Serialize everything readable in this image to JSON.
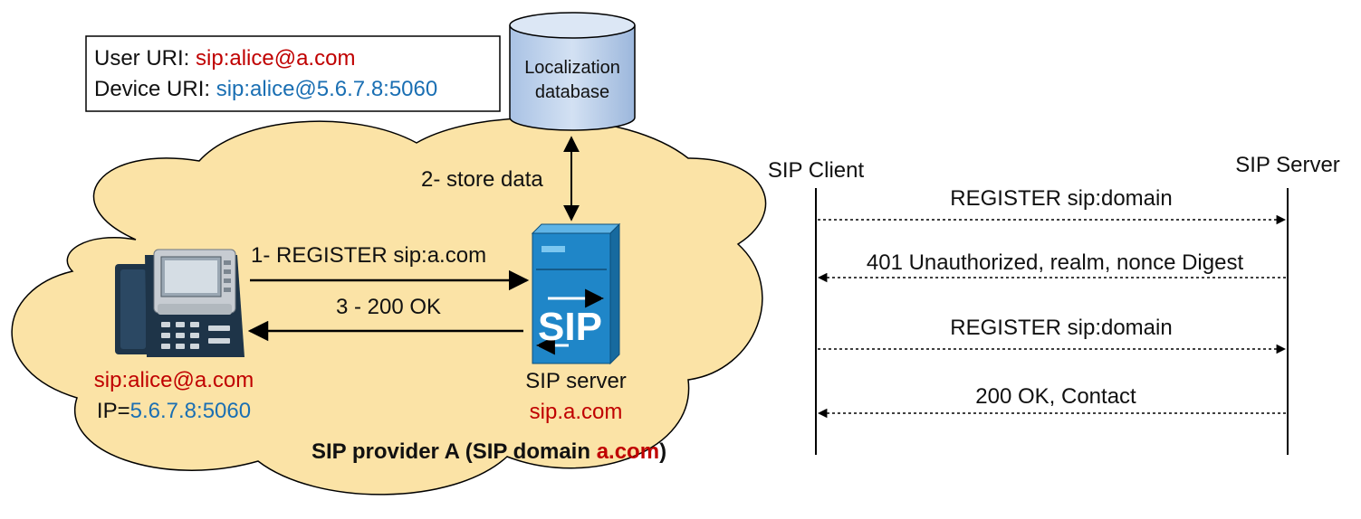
{
  "uri_box": {
    "user_label": "User URI: ",
    "user_value": "sip:alice@a.com",
    "device_label": "Device URI: ",
    "device_value": "sip:alice@5.6.7.8:5060"
  },
  "database": {
    "line1": "Localization",
    "line2": "database"
  },
  "store_label": "2- store data",
  "register_label": "1- REGISTER sip:a.com",
  "ok_label": "3 - 200 OK",
  "phone": {
    "uri": "sip:alice@a.com",
    "ip_label": "IP=",
    "ip_value": "5.6.7.8:5060"
  },
  "server": {
    "name": "SIP server",
    "domain": "sip.a.com",
    "logo_text": "SIP"
  },
  "provider": {
    "prefix": "SIP provider A (SIP domain ",
    "domain": "a.com",
    "suffix": ")"
  },
  "sequence": {
    "client_label": "SIP Client",
    "server_label": "SIP Server",
    "messages": [
      "REGISTER sip:domain",
      "401 Unauthorized, realm, nonce Digest",
      "REGISTER sip:domain",
      "200 OK, Contact"
    ]
  },
  "colors": {
    "cloud": "#fbe3a6",
    "uri_red": "#c00000",
    "uri_blue": "#1a6fb3",
    "server_blue": "#1f86c8",
    "database": "#c4d6ee"
  }
}
